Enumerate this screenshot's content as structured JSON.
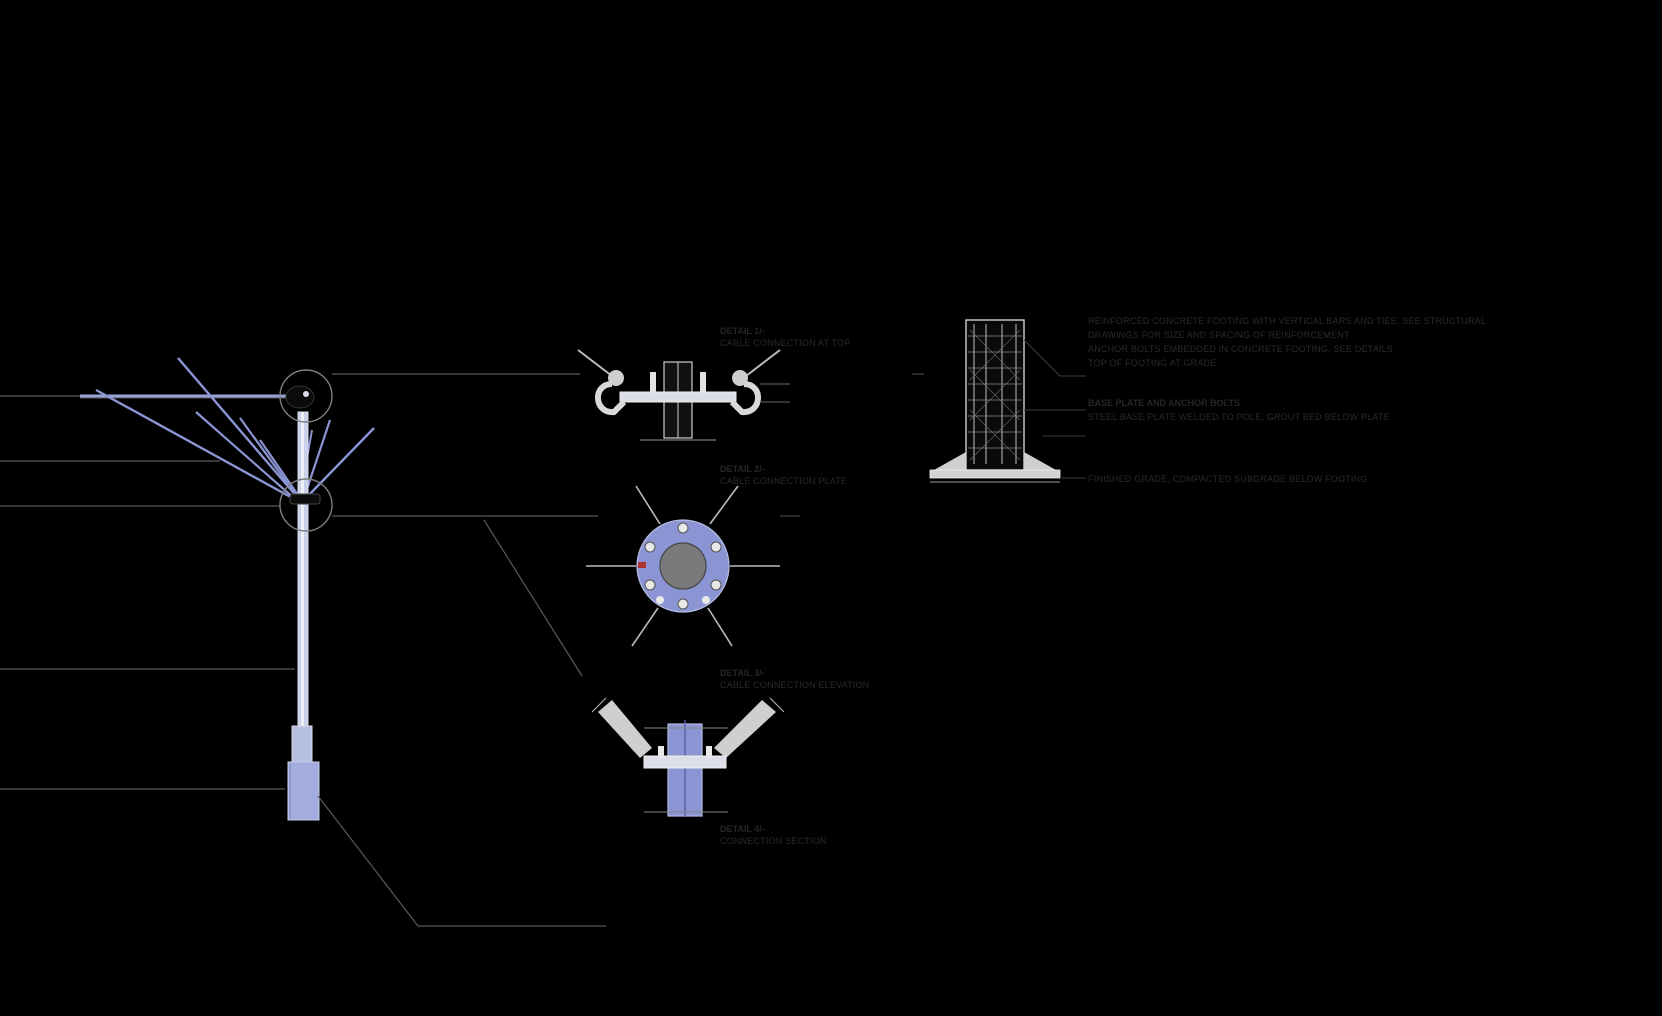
{
  "details": {
    "top": {
      "title": "DETAIL 1/-",
      "subtitle": "CABLE CONNECTION AT TOP"
    },
    "middle": {
      "title": "DETAIL 2/-",
      "subtitle": "CABLE CONNECTION PLATE"
    },
    "lower": {
      "title": "DETAIL 3/-",
      "subtitle": "CABLE CONNECTION ELEVATION"
    },
    "bottom": {
      "title": "DETAIL 4/-",
      "subtitle": "CONNECTION SECTION"
    }
  },
  "footing_notes": [
    "REINFORCED CONCRETE FOOTING WITH VERTICAL BARS AND TIES, SEE STRUCTURAL",
    "DRAWINGS FOR SIZE AND SPACING OF REINFORCEMENT",
    "ANCHOR BOLTS EMBEDDED IN CONCRETE FOOTING, SEE DETAILS",
    "TOP OF FOOTING AT GRADE"
  ],
  "footing_note_2": [
    "BASE PLATE AND ANCHOR BOLTS",
    "STEEL BASE PLATE WELDED TO POLE, GROUT BED BELOW PLATE"
  ],
  "grade_note": "FINISHED GRADE, COMPACTED SUBGRADE BELOW FOOTING",
  "colors": {
    "background": "#000000",
    "pole": "#c9d2ea",
    "cable": "#8b95d3",
    "leader": "#5a5a5a"
  }
}
